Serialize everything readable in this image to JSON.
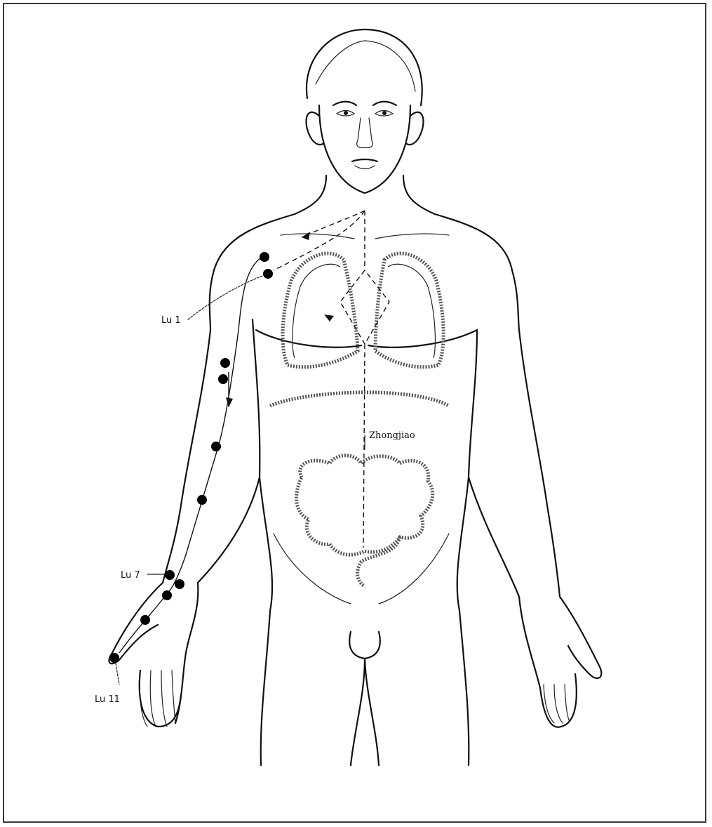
{
  "labels": {
    "lu1": "Lu 1",
    "lu7": "Lu 7",
    "lu11": "Lu 11",
    "zhongjiao": "Zhongjiao"
  },
  "colors": {
    "line": "#111111",
    "point": "#000000",
    "frame": "#3a3a3a",
    "background": "#ffffff"
  }
}
